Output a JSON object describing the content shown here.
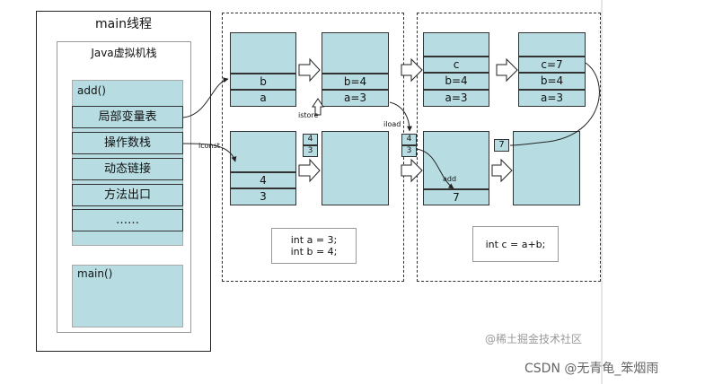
{
  "thread": {
    "title": "main线程",
    "jvm_stack_title": "Java虚拟机栈",
    "add_frame": {
      "label": "add()",
      "slots": [
        "局部变量表",
        "操作数栈",
        "动态链接",
        "方法出口",
        "……"
      ]
    },
    "main_frame": {
      "label": "main()"
    }
  },
  "step1": {
    "locals_before": [
      "b",
      "a"
    ],
    "locals_after": [
      "b=4",
      "a=3"
    ],
    "operand_before": [
      "4",
      "3"
    ],
    "mini_stack": [
      "4",
      "3"
    ],
    "code": [
      "int a = 3;",
      "int b = 4;"
    ]
  },
  "step2": {
    "locals_1": [
      "c",
      "b=4",
      "a=3"
    ],
    "locals_2": [
      "c=7",
      "b=4",
      "a=3"
    ],
    "mini_stack": [
      "4",
      "3"
    ],
    "operand_result": "7",
    "mini_result": "7",
    "code": [
      "int c = a+b;"
    ]
  },
  "labels": {
    "iconst": "iconst",
    "istore": "istore",
    "iload": "iload",
    "add": "add"
  },
  "watermarks": {
    "juejin": "@稀土掘金技术社区",
    "csdn": "CSDN @无青龟_笨烟雨"
  },
  "colors": {
    "cell_fill": "#b7dde3",
    "outline": "#333333"
  }
}
